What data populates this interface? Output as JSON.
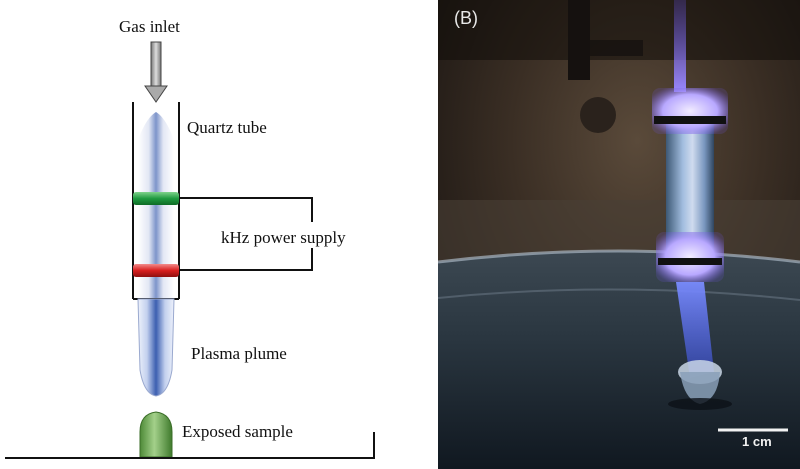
{
  "panel_a": {
    "labels": {
      "gas_inlet": "Gas inlet",
      "quartz_tube": "Quartz tube",
      "power_supply": "kHz power supply",
      "plasma_plume": "Plasma plume",
      "exposed_sample": "Exposed sample"
    },
    "colors": {
      "upper_electrode": "#22a34a",
      "lower_electrode": "#d8201f",
      "plasma": "#5d7fc4",
      "sample": "#6ea84d"
    }
  },
  "panel_b": {
    "panel_label": "(B)",
    "scale_bar_label": "1 cm",
    "colors": {
      "glow": "#8a7bff",
      "jet": "#4f6dff",
      "background": "#1b1714"
    }
  }
}
